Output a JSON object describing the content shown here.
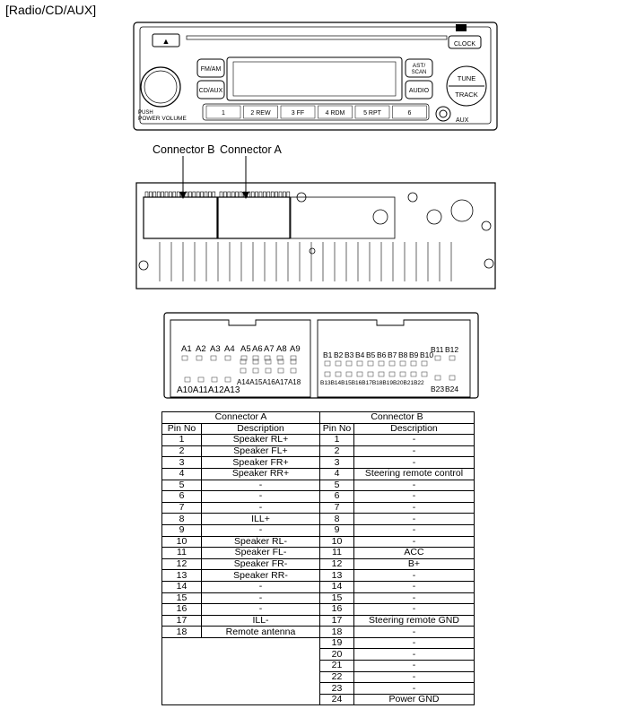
{
  "title": "[Radio/CD/AUX]",
  "unit": {
    "buttons": {
      "eject": "▲",
      "clock": "CLOCK",
      "fm_am": "FM/AM",
      "cd_aux": "CD/AUX",
      "ast_scan_1": "AST/",
      "ast_scan_2": "SCAN",
      "audio": "AUDIO",
      "tune": "TUNE",
      "track": "TRACK",
      "push_power_1": "PUSH",
      "push_power_2": "POWER VOLUME",
      "aux": "AUX",
      "presets": [
        "1",
        "2 REW",
        "3 FF",
        "4 RDM",
        "5 RPT",
        "6"
      ]
    }
  },
  "connector_labels": {
    "b": "Connector B",
    "a": "Connector A"
  },
  "pinout": {
    "a_top": [
      "A1",
      "A2",
      "A3",
      "A4",
      "A5",
      "A6",
      "A7",
      "A8",
      "A9"
    ],
    "a_bottom_left": "A10A11A12A13",
    "a_bottom_right": "A14A15A16A17A18",
    "b_top": [
      "B1",
      "B2",
      "B3",
      "B4",
      "B5",
      "B6",
      "B7",
      "B8",
      "B9",
      "B10"
    ],
    "b_top_right": [
      "B11",
      "B12"
    ],
    "b_bottom": "B13B14B15B16B17B18B19B20B21B22",
    "b_bottom_right": [
      "B23",
      "B24"
    ]
  },
  "table": {
    "group_a": "Connector A",
    "group_b": "Connector B",
    "col_pin": "Pin No",
    "col_desc": "Description",
    "connector_a": [
      [
        "1",
        "Speaker RL+"
      ],
      [
        "2",
        "Speaker FL+"
      ],
      [
        "3",
        "Speaker FR+"
      ],
      [
        "4",
        "Speaker RR+"
      ],
      [
        "5",
        "-"
      ],
      [
        "6",
        "-"
      ],
      [
        "7",
        "-"
      ],
      [
        "8",
        "ILL+"
      ],
      [
        "9",
        "-"
      ],
      [
        "10",
        "Speaker RL-"
      ],
      [
        "11",
        "Speaker FL-"
      ],
      [
        "12",
        "Speaker FR-"
      ],
      [
        "13",
        "Speaker RR-"
      ],
      [
        "14",
        "-"
      ],
      [
        "15",
        "-"
      ],
      [
        "16",
        "-"
      ],
      [
        "17",
        "ILL-"
      ],
      [
        "18",
        "Remote antenna"
      ]
    ],
    "connector_b": [
      [
        "1",
        "-"
      ],
      [
        "2",
        "-"
      ],
      [
        "3",
        "-"
      ],
      [
        "4",
        "Steering remote control"
      ],
      [
        "5",
        "-"
      ],
      [
        "6",
        "-"
      ],
      [
        "7",
        "-"
      ],
      [
        "8",
        "-"
      ],
      [
        "9",
        "-"
      ],
      [
        "10",
        "-"
      ],
      [
        "11",
        "ACC"
      ],
      [
        "12",
        "B+"
      ],
      [
        "13",
        "-"
      ],
      [
        "14",
        "-"
      ],
      [
        "15",
        "-"
      ],
      [
        "16",
        "-"
      ],
      [
        "17",
        "Steering remote GND"
      ],
      [
        "18",
        "-"
      ],
      [
        "19",
        "-"
      ],
      [
        "20",
        "-"
      ],
      [
        "21",
        "-"
      ],
      [
        "22",
        "-"
      ],
      [
        "23",
        "-"
      ],
      [
        "24",
        "Power GND"
      ]
    ]
  }
}
